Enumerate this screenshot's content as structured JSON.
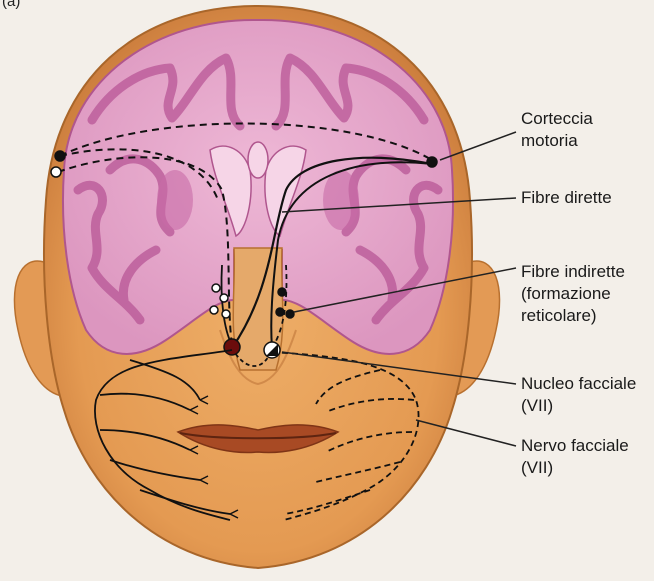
{
  "panel_label": "(a)",
  "labels": {
    "corteccia_motoria": "Corteccia\nmotoria",
    "fibre_dirette": "Fibre dirette",
    "fibre_indirette": "Fibre indirette\n(formazione\nreticolare)",
    "nucleo_facciale": "Nucleo facciale\n(VII)",
    "nervo_facciale": "Nervo facciale\n(VII)"
  },
  "colors": {
    "skin": "#e9a35c",
    "skin_shadow": "#c97a38",
    "brain_pink": "#e3a3c8",
    "brain_gyri": "#c96aa7",
    "pathway": "#111111",
    "background": "#f3efe9"
  }
}
